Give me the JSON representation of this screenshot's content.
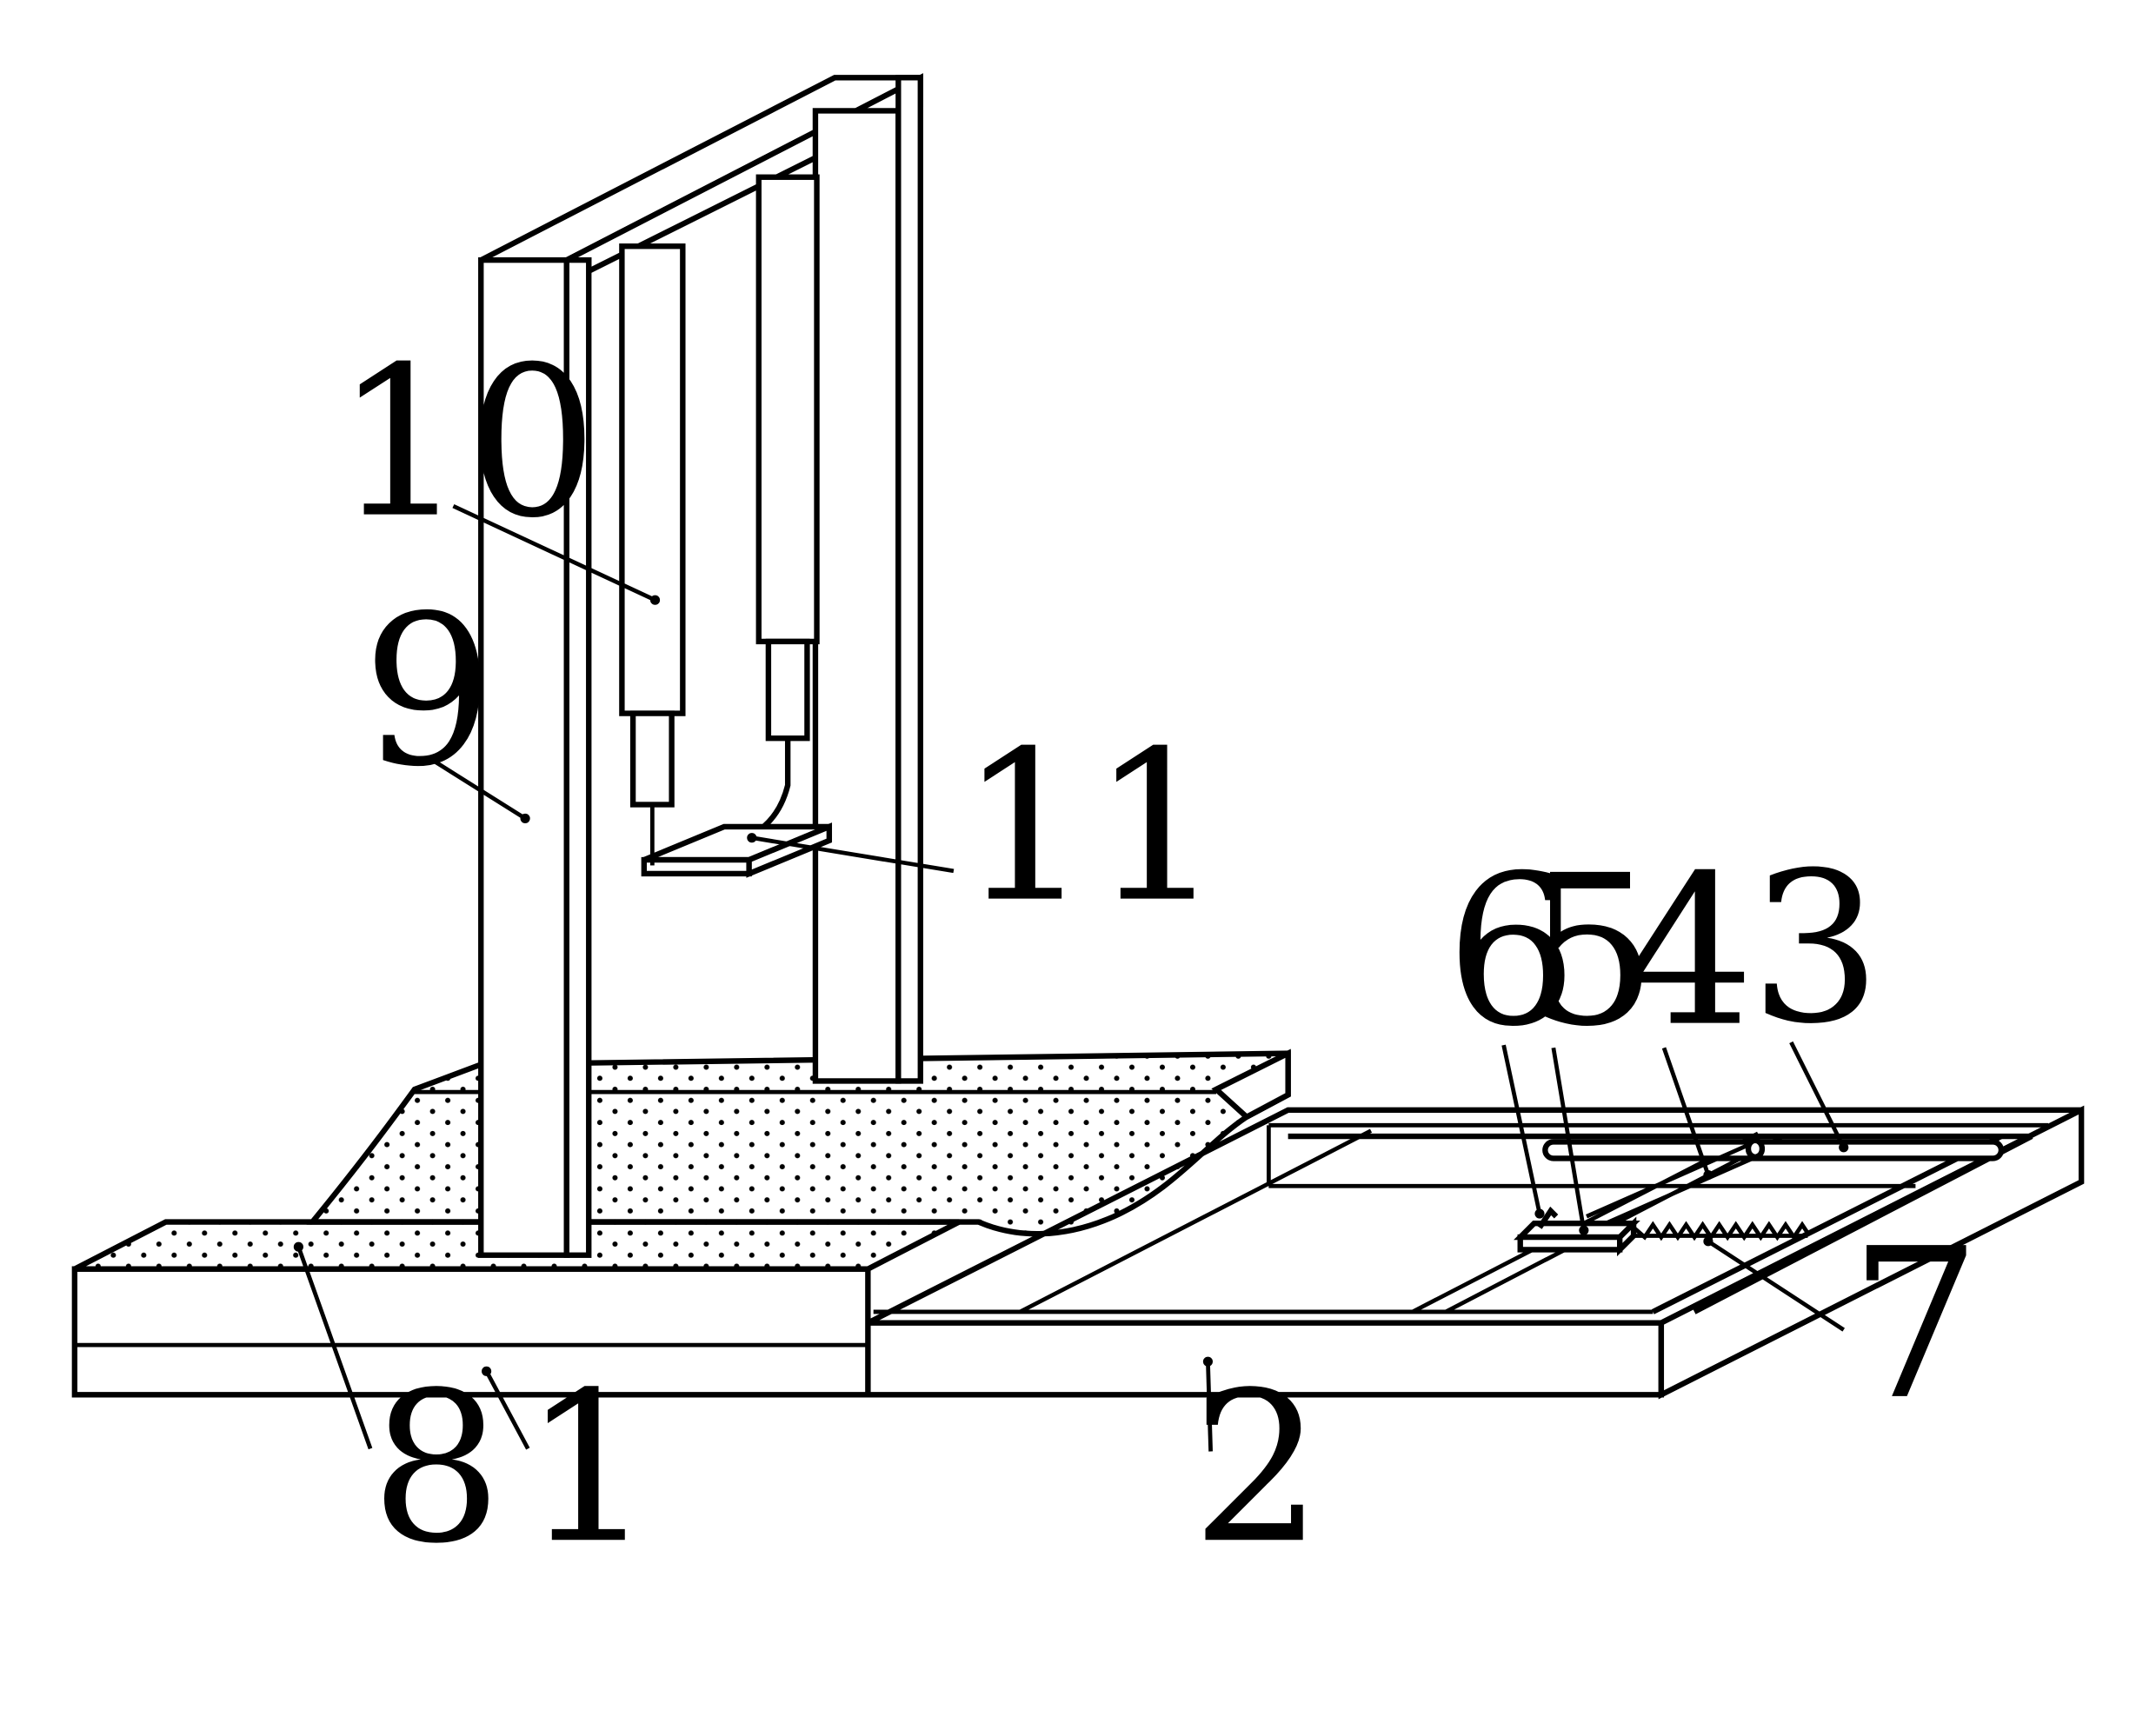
{
  "colors": {
    "line": "#000000",
    "background": "#ffffff"
  },
  "callouts": {
    "c1": "1",
    "c2": "2",
    "c3": "3",
    "c4": "4",
    "c5": "5",
    "c6": "6",
    "c7": "7",
    "c8": "8",
    "c9": "9",
    "c10": "10",
    "c11": "11"
  }
}
